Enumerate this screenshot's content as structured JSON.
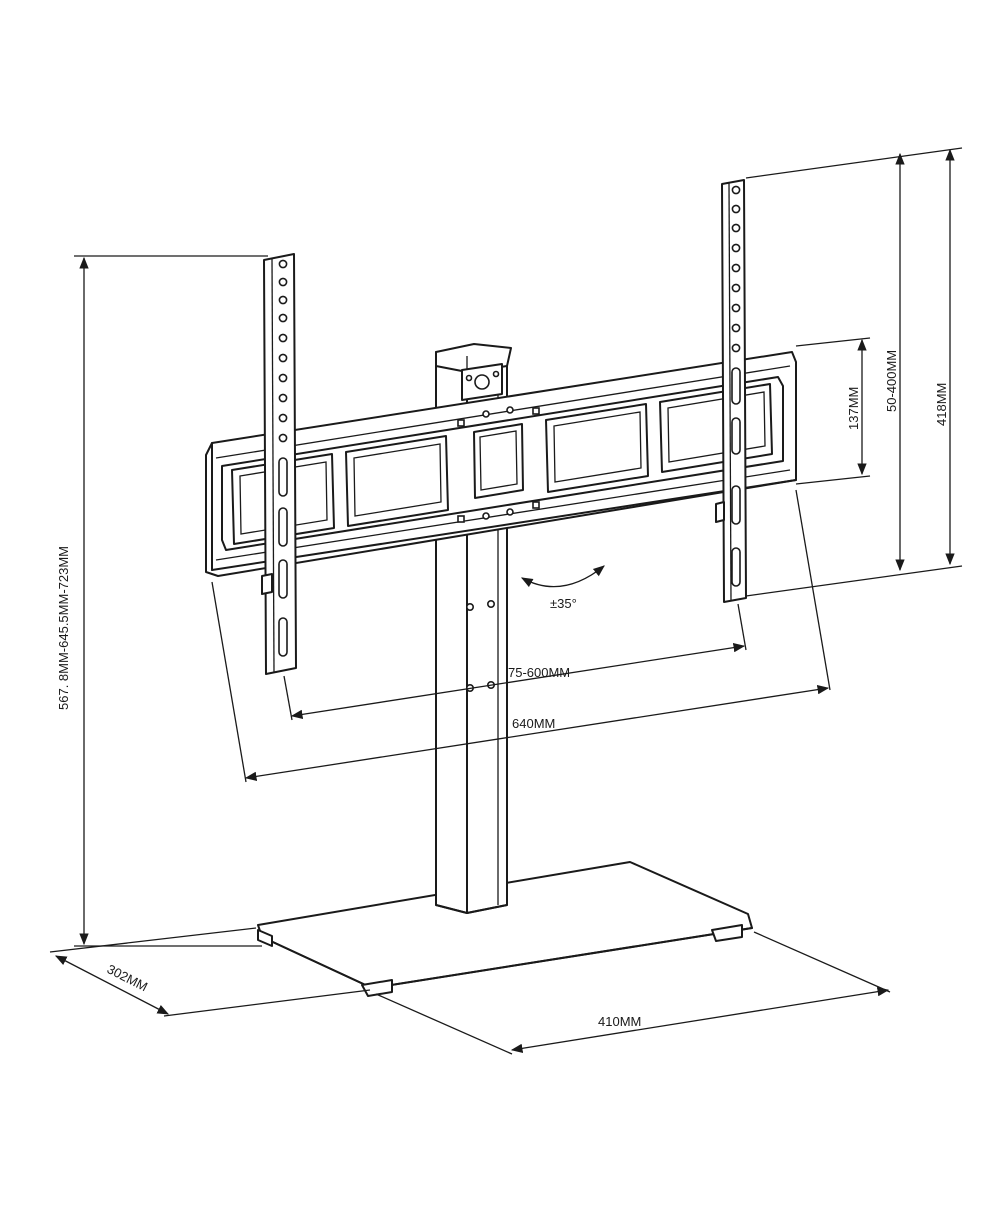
{
  "dimensions": {
    "height_range": "567. 8MM-645.5MM-723MM",
    "vesa_vertical": "50-400MM",
    "bracket_height": "418MM",
    "rail_gap": "137MM",
    "vesa_horizontal": "75-600MM",
    "bracket_width": "640MM",
    "tilt": "±35°",
    "base_depth": "302MM",
    "base_width": "410MM"
  },
  "colors": {
    "stroke": "#1a1a1a",
    "background": "#ffffff"
  },
  "icons": {
    "tilt_arrow": "curved-double-arrow-icon"
  }
}
